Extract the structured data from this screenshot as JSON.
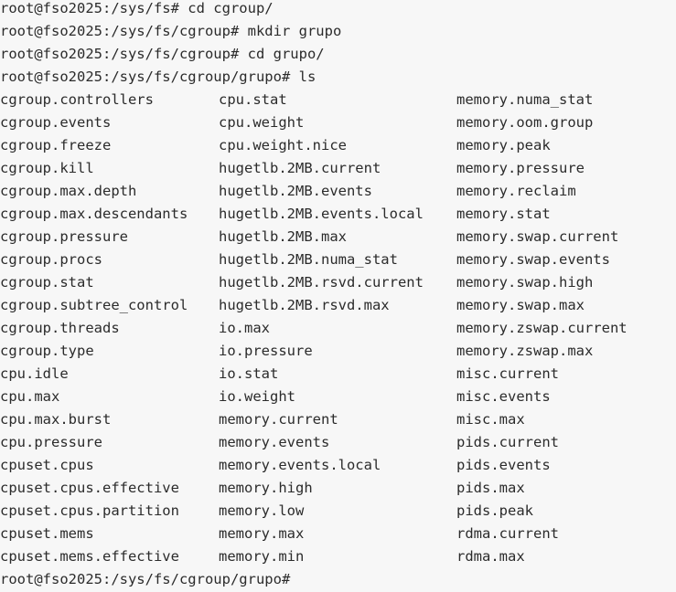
{
  "terminal": {
    "colors": {
      "background": "#f7f7f7",
      "foreground": "#2b2b2b"
    },
    "user": "root",
    "host": "fso2025",
    "history": [
      {
        "prompt": "root@fso2025:/sys/fs# ",
        "command": "cd cgroup/",
        "full": "root@fso2025:/sys/fs# cd cgroup/"
      },
      {
        "prompt": "root@fso2025:/sys/fs/cgroup# ",
        "command": "mkdir grupo",
        "full": "root@fso2025:/sys/fs/cgroup# mkdir grupo"
      },
      {
        "prompt": "root@fso2025:/sys/fs/cgroup# ",
        "command": "cd grupo/",
        "full": "root@fso2025:/sys/fs/cgroup# cd grupo/"
      },
      {
        "prompt": "root@fso2025:/sys/fs/cgroup/grupo# ",
        "command": "ls",
        "full": "root@fso2025:/sys/fs/cgroup/grupo# ls"
      }
    ],
    "ls_output": {
      "columns": [
        [
          "cgroup.controllers",
          "cgroup.events",
          "cgroup.freeze",
          "cgroup.kill",
          "cgroup.max.depth",
          "cgroup.max.descendants",
          "cgroup.pressure",
          "cgroup.procs",
          "cgroup.stat",
          "cgroup.subtree_control",
          "cgroup.threads",
          "cgroup.type",
          "cpu.idle",
          "cpu.max",
          "cpu.max.burst",
          "cpu.pressure",
          "cpuset.cpus",
          "cpuset.cpus.effective",
          "cpuset.cpus.partition",
          "cpuset.mems",
          "cpuset.mems.effective"
        ],
        [
          "cpu.stat",
          "cpu.weight",
          "cpu.weight.nice",
          "hugetlb.2MB.current",
          "hugetlb.2MB.events",
          "hugetlb.2MB.events.local",
          "hugetlb.2MB.max",
          "hugetlb.2MB.numa_stat",
          "hugetlb.2MB.rsvd.current",
          "hugetlb.2MB.rsvd.max",
          "io.max",
          "io.pressure",
          "io.stat",
          "io.weight",
          "memory.current",
          "memory.events",
          "memory.events.local",
          "memory.high",
          "memory.low",
          "memory.max",
          "memory.min"
        ],
        [
          "memory.numa_stat",
          "memory.oom.group",
          "memory.peak",
          "memory.pressure",
          "memory.reclaim",
          "memory.stat",
          "memory.swap.current",
          "memory.swap.events",
          "memory.swap.high",
          "memory.swap.max",
          "memory.zswap.current",
          "memory.zswap.max",
          "misc.current",
          "misc.events",
          "misc.max",
          "pids.current",
          "pids.events",
          "pids.max",
          "pids.peak",
          "rdma.current",
          "rdma.max"
        ]
      ]
    },
    "final_prompt": "root@fso2025:/sys/fs/cgroup/grupo# "
  }
}
